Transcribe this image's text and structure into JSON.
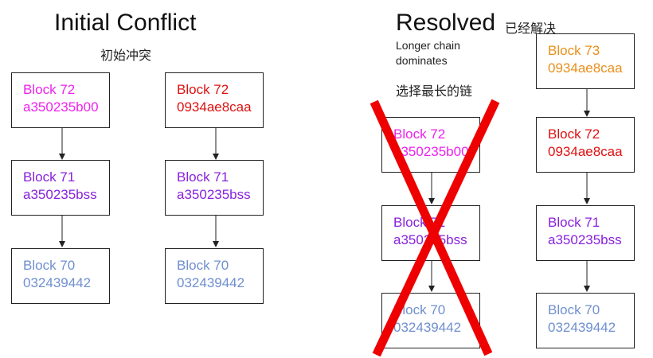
{
  "colors": {
    "magenta": "#ee22ee",
    "red": "#dd1111",
    "purple": "#8822dd",
    "blue": "#6f8fd0",
    "orange": "#e8901a",
    "cross": "#ee0000"
  },
  "left": {
    "title": "Initial Conflict",
    "subtitle_cn": "初始冲突",
    "chain_a": [
      {
        "label": "Block 72",
        "hash": "a350235b00",
        "color": "magenta"
      },
      {
        "label": "Block 71",
        "hash": "a350235bss",
        "color": "purple"
      },
      {
        "label": "Block 70",
        "hash": "032439442",
        "color": "blue"
      }
    ],
    "chain_b": [
      {
        "label": "Block 72",
        "hash": "0934ae8caa",
        "color": "red"
      },
      {
        "label": "Block 71",
        "hash": "a350235bss",
        "color": "purple"
      },
      {
        "label": "Block 70",
        "hash": "032439442",
        "color": "blue"
      }
    ]
  },
  "right": {
    "title": "Resolved",
    "title_cn": "已经解决",
    "note": "Longer chain dominates",
    "note_cn": "选择最长的链",
    "chain_rejected": [
      {
        "label": "Block 72",
        "hash": "a350235b00",
        "color": "magenta"
      },
      {
        "label": "Block 71",
        "hash": "a350235bss",
        "color": "purple"
      },
      {
        "label": "Block 70",
        "hash": "032439442",
        "color": "blue"
      }
    ],
    "chain_winner": [
      {
        "label": "Block 73",
        "hash": "0934ae8caa",
        "color": "orange"
      },
      {
        "label": "Block 72",
        "hash": "0934ae8caa",
        "color": "red"
      },
      {
        "label": "Block 71",
        "hash": "a350235bss",
        "color": "purple"
      },
      {
        "label": "Block 70",
        "hash": "032439442",
        "color": "blue"
      }
    ]
  }
}
